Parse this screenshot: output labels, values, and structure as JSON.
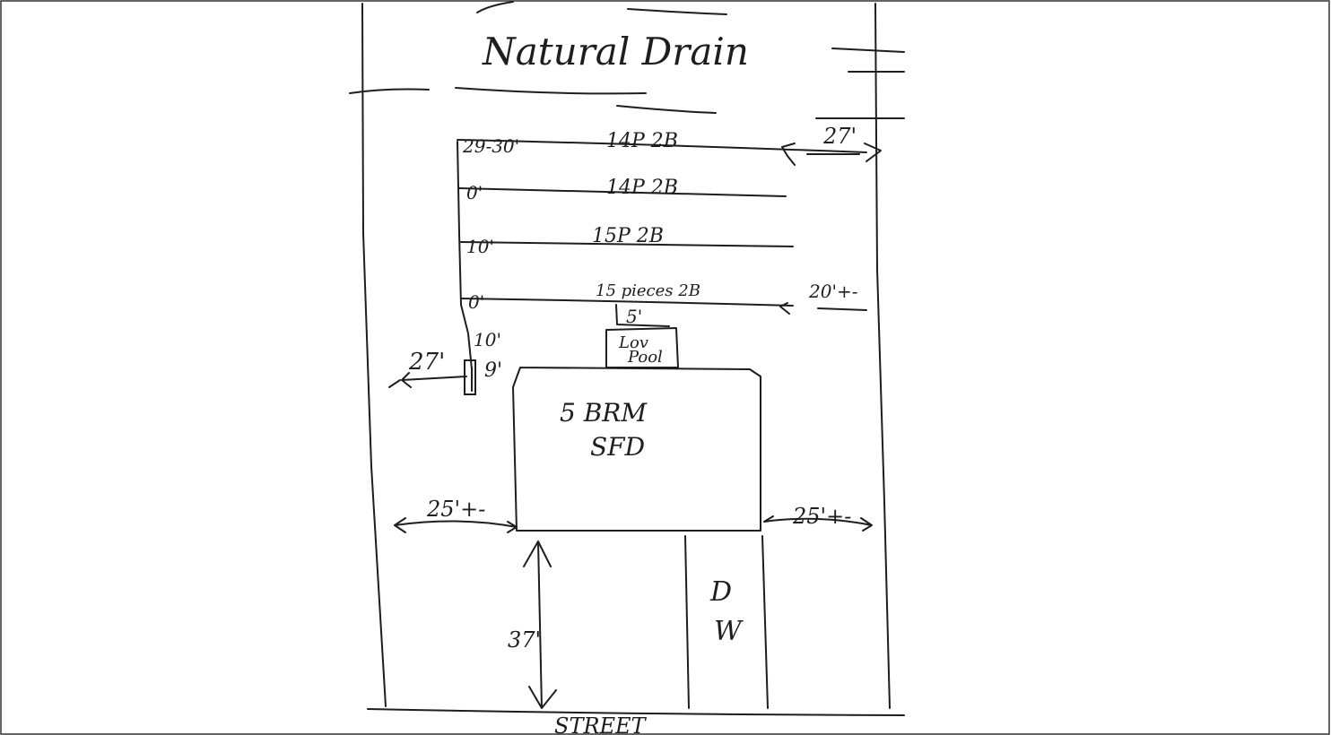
{
  "diagram": {
    "title": "Natural Drain",
    "rows": [
      {
        "left": "29-30'",
        "middle": "14P 2B",
        "right": "27'"
      },
      {
        "left": "0'",
        "middle": "14P 2B",
        "right": ""
      },
      {
        "left": "10'",
        "middle": "15P 2B",
        "right": ""
      },
      {
        "left": "0'",
        "middle": "15 pieces 2B",
        "right": "20'+-"
      }
    ],
    "gap_5": "5'",
    "gap_10": "10'",
    "gap_9": "9'",
    "left_setback": "27'",
    "pool": [
      "Lov",
      "Pool"
    ],
    "house": [
      "5 BRM",
      "SFD"
    ],
    "side_left": "25'+-",
    "side_right": "25'+-",
    "front": "37'",
    "driveway": [
      "D",
      "W"
    ],
    "street": "STREET"
  }
}
